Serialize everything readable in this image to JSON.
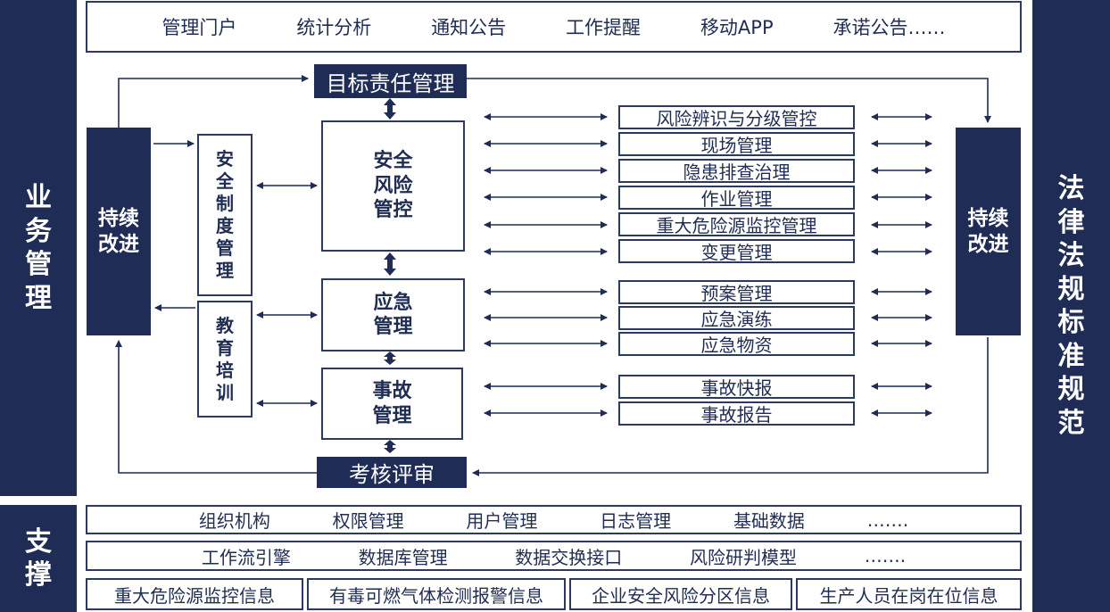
{
  "left_band": {
    "top_label_chars": [
      "业",
      "务",
      "管",
      "理"
    ],
    "bottom_label_chars": [
      "支",
      "撑"
    ]
  },
  "right_band": {
    "label_chars": [
      "法",
      "律",
      "法",
      "规",
      "标",
      "准",
      "规",
      "范"
    ]
  },
  "top_portal": [
    "管理门户",
    "统计分析",
    "通知公告",
    "工作提醒",
    "移动APP",
    "承诺公告……"
  ],
  "center": {
    "target_responsibility": "目标责任管理",
    "assessment_review": "考核评审",
    "continuous_improvement_left": [
      "持续",
      "改进"
    ],
    "continuous_improvement_right": [
      "持续",
      "改进"
    ],
    "safety_system": [
      "安",
      "全",
      "制",
      "度",
      "管",
      "理"
    ],
    "education_training": [
      "教",
      "育",
      "培",
      "训"
    ],
    "safety_risk_control": [
      "安全",
      "风险",
      "管控"
    ],
    "emergency_management": [
      "应急",
      "管理"
    ],
    "accident_management": [
      "事故",
      "管理"
    ],
    "risk_items": [
      "风险辨识与分级管控",
      "现场管理",
      "隐患排查治理",
      "作业管理",
      "重大危险源监控管理",
      "变更管理"
    ],
    "emergency_items": [
      "预案管理",
      "应急演练",
      "应急物资"
    ],
    "accident_items": [
      "事故快报",
      "事故报告"
    ]
  },
  "support_row1": [
    "组织机构",
    "权限管理",
    "用户管理",
    "日志管理",
    "基础数据",
    "……."
  ],
  "support_row2": [
    "工作流引擎",
    "数据库管理",
    "数据交换接口",
    "风险研判模型",
    "……."
  ],
  "support_row3": [
    "重大危险源监控信息",
    "有毒可燃气体检测报警信息",
    "企业安全风险分区信息",
    "生产人员在岗在位信息"
  ],
  "colors": {
    "navy": "#1f2d56",
    "border": "#2c3960"
  }
}
